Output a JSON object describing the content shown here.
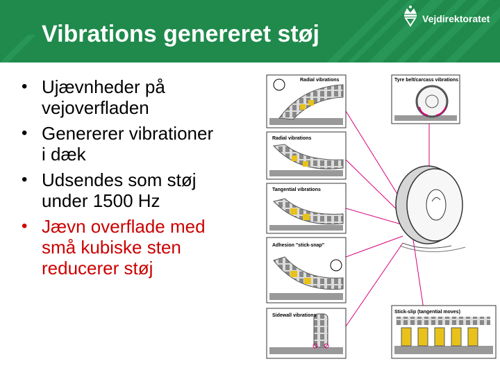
{
  "header": {
    "title": "Vibrations genereret støj",
    "logo_text": "Vejdirektoratet",
    "background": "#1f8a4c"
  },
  "bullets": [
    {
      "text": "Ujævnheder på vejoverfladen",
      "lines": [
        "Ujævnheder på",
        "vejoverfladen"
      ],
      "color": "#000000"
    },
    {
      "text": "Genererer vibrationer i dæk",
      "lines": [
        "Genererer vibrationer",
        "i dæk"
      ],
      "color": "#000000"
    },
    {
      "text": "Udsendes som støj under 1500 Hz",
      "lines": [
        "Udsendes som støj",
        "under 1500 Hz"
      ],
      "color": "#000000"
    },
    {
      "text": "Jævn overflade med små kubiske sten reducerer støj",
      "lines": [
        "Jævn overflade med",
        "små kubiske sten",
        "reducerer støj"
      ],
      "color": "#cc0000"
    }
  ],
  "figure": {
    "panels": {
      "radial_1": "Radial vibrations",
      "radial_2": "Radial vibrations",
      "tangential": "Tangential vibrations",
      "adhesion": "Adhesion \"stick-snap\"",
      "sidewall": "Sidewall vibrations",
      "tyre_resonance": "Tyre belt/carcass vibrations",
      "stick_slip": "Stick-slip (tangential moves)"
    },
    "accent_color": "#d9007a",
    "tread_color": "#e8c21a"
  }
}
